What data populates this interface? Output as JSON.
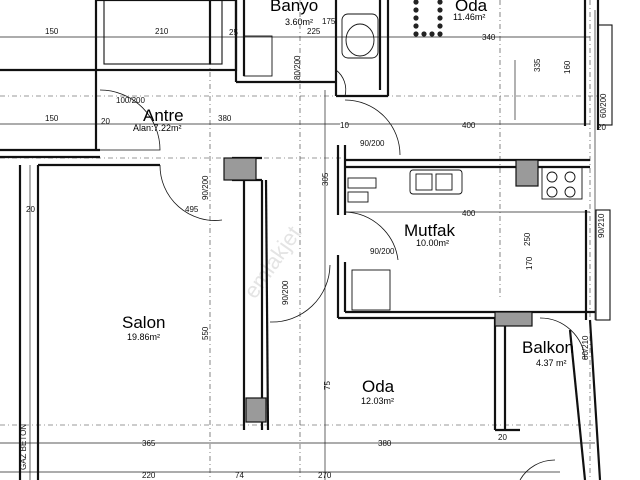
{
  "rooms": {
    "banyo": {
      "name": "Banyo",
      "area": "3.60m²"
    },
    "oda_top": {
      "name": "Oda",
      "area": "11.46m²"
    },
    "antre": {
      "name": "Antre",
      "area": "Alan:7.22m²"
    },
    "mutfak": {
      "name": "Mutfak",
      "area": "10.00m²"
    },
    "salon": {
      "name": "Salon",
      "area": "19.86m²"
    },
    "oda_bottom": {
      "name": "Oda",
      "area": "12.03m²"
    },
    "balkon": {
      "name": "Balkon",
      "area": "4.37 m²"
    }
  },
  "dimensions": {
    "d150_top": "150",
    "d210": "210",
    "d225": "225",
    "d175": "175",
    "d340": "340",
    "d150_mid": "150",
    "d380": "380",
    "d400_top": "400",
    "d400_mid": "400",
    "d365": "365",
    "d380_bot": "380",
    "d220": "220",
    "d74": "74",
    "d270": "270",
    "d10": "10",
    "d20_a": "20",
    "d20_b": "20",
    "d20_c": "20",
    "d20_d": "20",
    "d25": "25",
    "d305": "305",
    "d250": "250",
    "d170": "170",
    "d550": "550",
    "d75": "75",
    "d495": "495",
    "d335": "335",
    "d160": "160",
    "d100_200": "100/200",
    "d90_200_a": "90/200",
    "d90_200_b": "90/200",
    "d90_200_c": "90/200",
    "d90_200_d": "90/200",
    "d80_200": "80/200",
    "d80_210": "80/210",
    "d60_200": "60/200",
    "d90_210": "90/210"
  },
  "side_labels": {
    "beton": "GAZ BETON"
  },
  "watermark": "emlakjet"
}
